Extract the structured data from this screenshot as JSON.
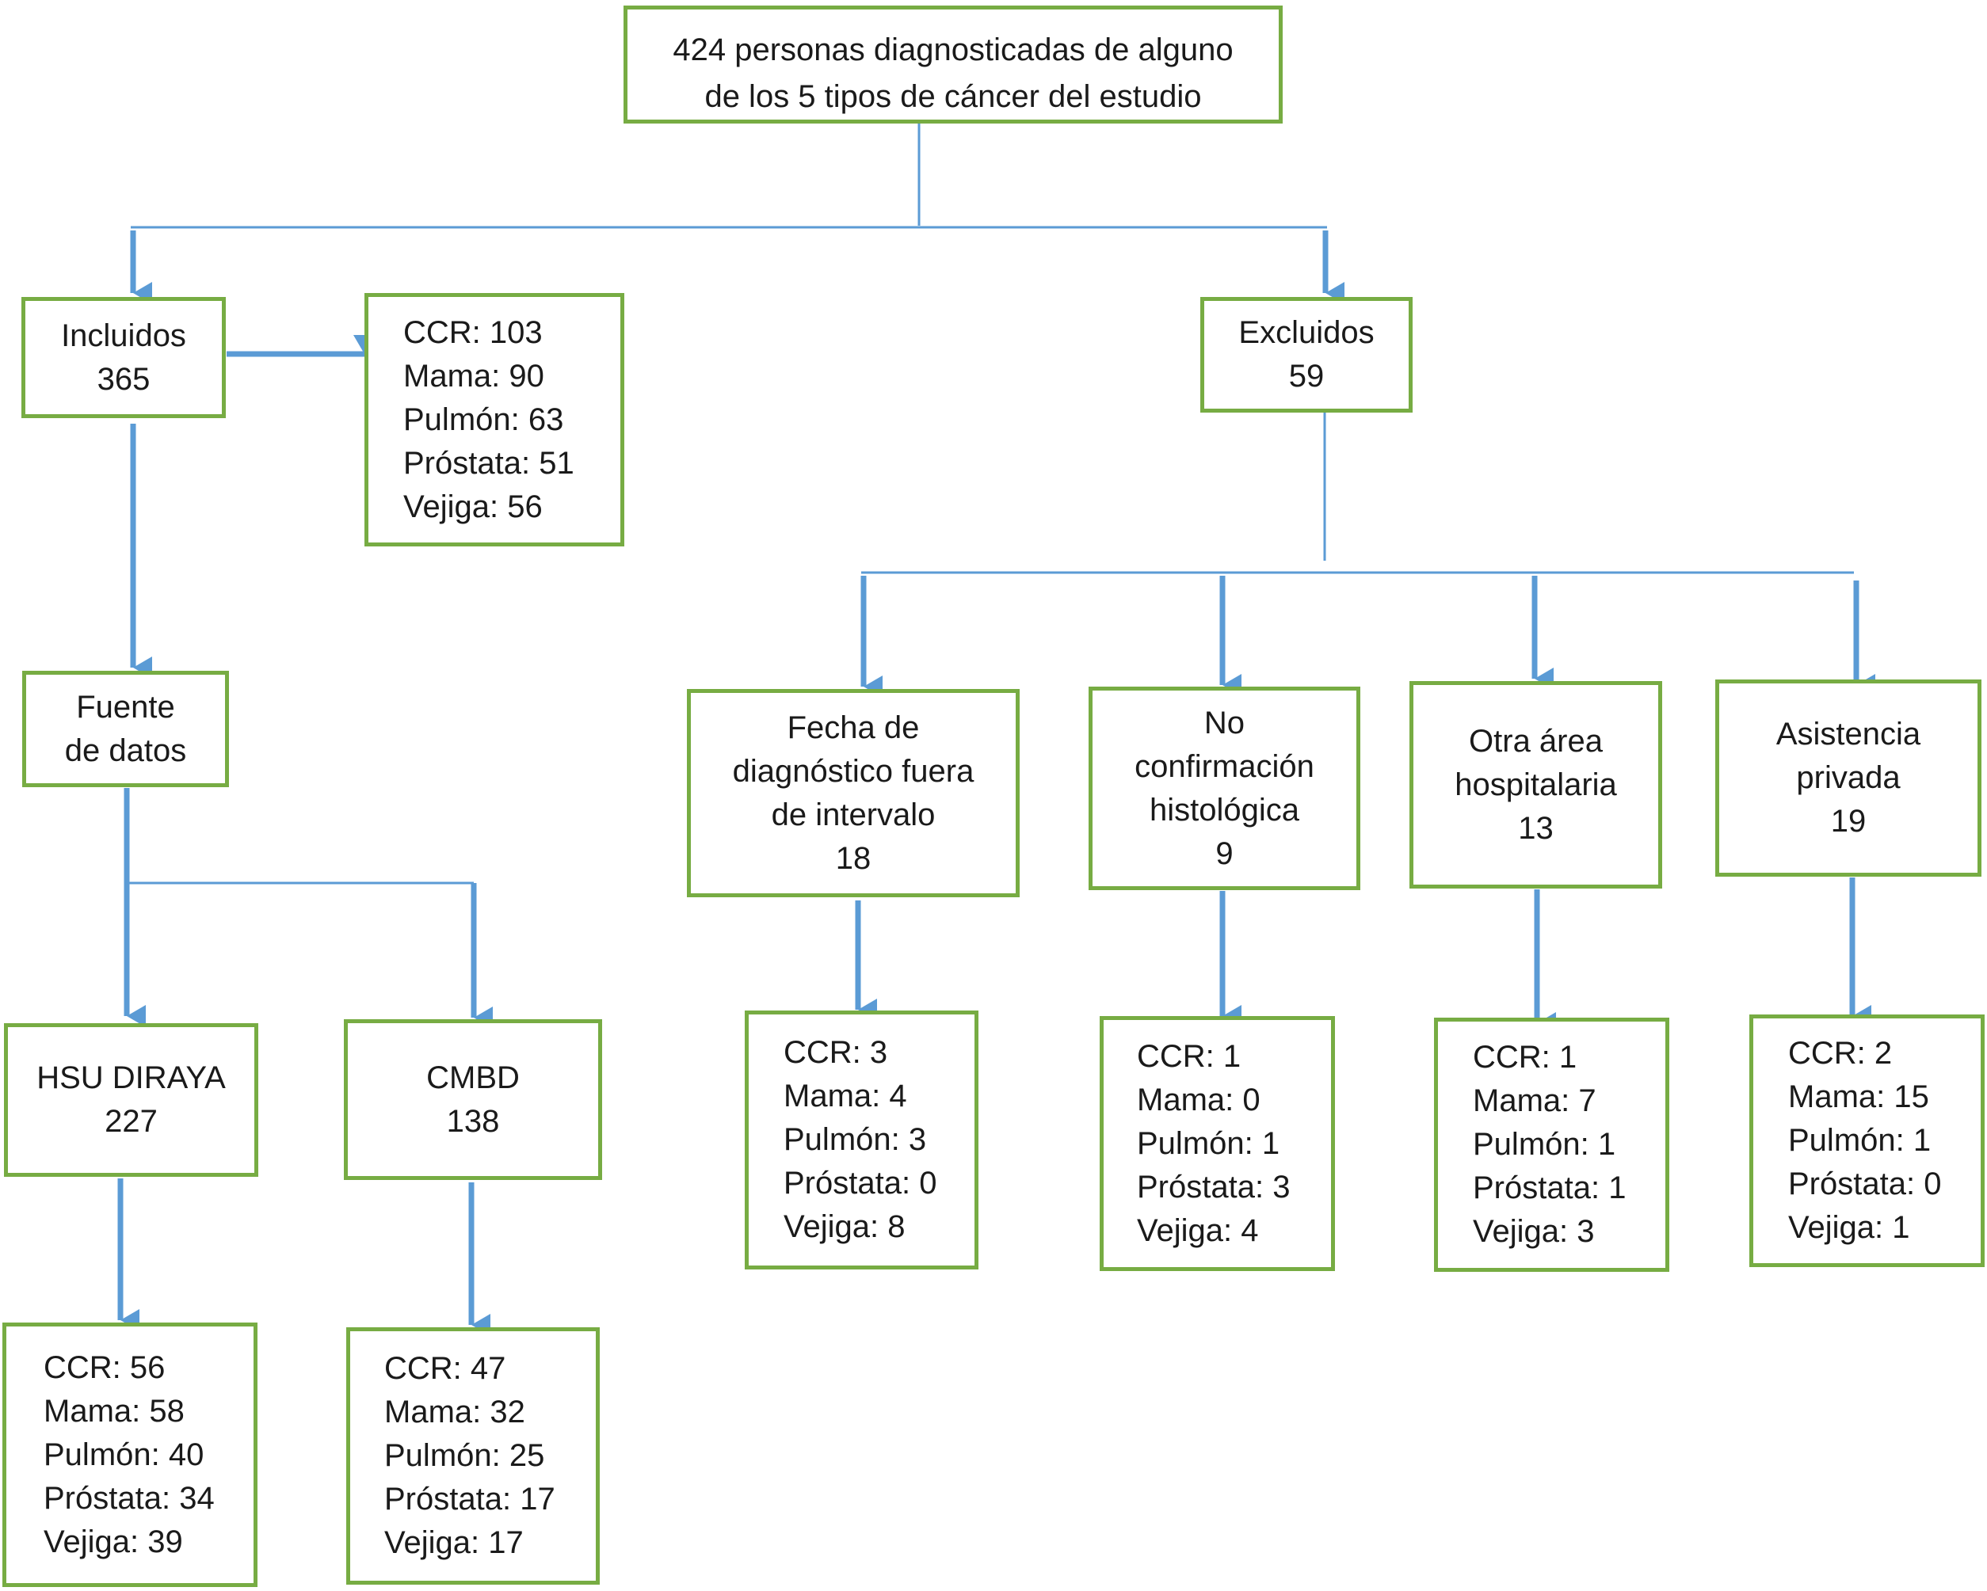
{
  "top": {
    "lines": [
      "424 personas diagnosticadas de alguno",
      "de los 5 tipos de cáncer del estudio"
    ]
  },
  "incluidos": {
    "label": "Incluidos",
    "count": "365"
  },
  "incluidos_breakdown": [
    "CCR: 103",
    "Mama: 90",
    "Pulmón: 63",
    "Próstata: 51",
    "Vejiga: 56"
  ],
  "fuente": {
    "lines": [
      "Fuente",
      "de datos"
    ]
  },
  "hsu": {
    "label": "HSU DIRAYA",
    "count": "227"
  },
  "hsu_breakdown": [
    "CCR: 56",
    "Mama: 58",
    "Pulmón: 40",
    "Próstata: 34",
    "Vejiga: 39"
  ],
  "cmbd": {
    "label": "CMBD",
    "count": "138"
  },
  "cmbd_breakdown": [
    "CCR: 47",
    "Mama: 32",
    "Pulmón: 25",
    "Próstata: 17",
    "Vejiga: 17"
  ],
  "excluidos": {
    "label": "Excluidos",
    "count": "59"
  },
  "fecha": {
    "lines": [
      "Fecha de",
      "diagnóstico fuera",
      "de intervalo",
      "18"
    ]
  },
  "fecha_breakdown": [
    "CCR: 3",
    "Mama: 4",
    "Pulmón: 3",
    "Próstata: 0",
    "Vejiga: 8"
  ],
  "noconf": {
    "lines": [
      "No",
      "confirmación",
      "histológica",
      "9"
    ]
  },
  "noconf_breakdown": [
    "CCR: 1",
    "Mama: 0",
    "Pulmón: 1",
    "Próstata: 3",
    "Vejiga: 4"
  ],
  "otra": {
    "lines": [
      "Otra área",
      "hospitalaria",
      "13"
    ]
  },
  "otra_breakdown": [
    "CCR: 1",
    "Mama: 7",
    "Pulmón: 1",
    "Próstata: 1",
    "Vejiga: 3"
  ],
  "asist": {
    "lines": [
      "Asistencia",
      "privada",
      "19"
    ]
  },
  "asist_breakdown": [
    "CCR: 2",
    "Mama: 15",
    "Pulmón: 1",
    "Próstata: 0",
    "Vejiga: 1"
  ],
  "colors": {
    "box_border": "#77ac43",
    "connector": "#5b9bd5",
    "text": "#1a1a1a"
  }
}
